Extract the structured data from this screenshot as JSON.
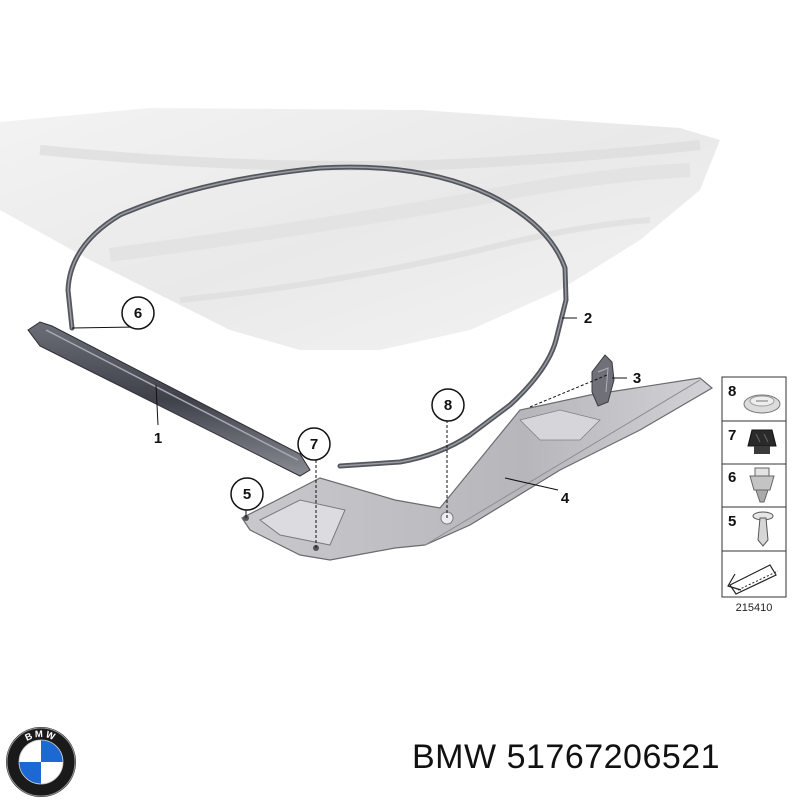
{
  "callouts": {
    "c1": "1",
    "c2": "2",
    "c3": "3",
    "c4": "4",
    "c5": "5",
    "c6": "6",
    "c7": "7",
    "c8": "8"
  },
  "legend": {
    "items": [
      "8",
      "7",
      "6",
      "5"
    ],
    "drawing_number": "215410"
  },
  "footer": {
    "brand": "BMW",
    "part_number": "51767206521"
  },
  "logo": {
    "letters": "BMW",
    "colors": {
      "blue": "#1c69d4",
      "white": "#ffffff",
      "ring": "#1a1a1a"
    }
  }
}
